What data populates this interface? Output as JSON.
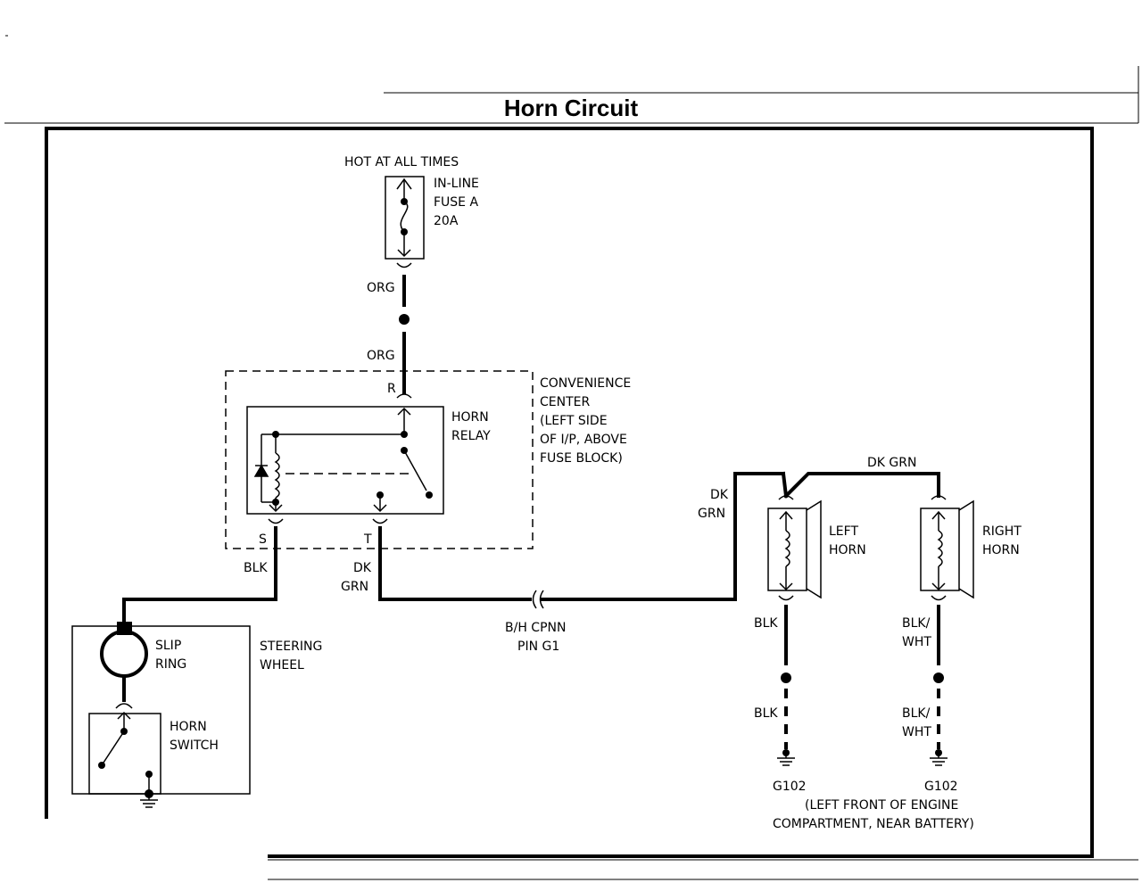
{
  "title": "Horn Circuit",
  "fuse": {
    "supply": "HOT AT ALL TIMES",
    "line1": "IN-LINE",
    "line2": "FUSE A",
    "line3": "20A"
  },
  "wires": {
    "org_upper": "ORG",
    "org_lower": "ORG",
    "blk_switch": "BLK",
    "dk_relay_1": "DK",
    "dk_relay_2": "GRN",
    "dk_horn_1": "DK",
    "dk_horn_2": "GRN",
    "dk_grn_top": "DK GRN",
    "blk_left": "BLK",
    "blk_left_lower": "BLK",
    "blkwht_right_1": "BLK/",
    "blkwht_right_2": "WHT",
    "blkwht_right_lower_1": "BLK/",
    "blkwht_right_lower_2": "WHT"
  },
  "convenience_center": {
    "line1": "CONVENIENCE",
    "line2": "CENTER",
    "line3": "(LEFT SIDE",
    "line4": "OF I/P, ABOVE",
    "line5": "FUSE BLOCK)"
  },
  "relay": {
    "line1": "HORN",
    "line2": "RELAY",
    "pin_r": "R",
    "pin_s": "S",
    "pin_t": "T"
  },
  "connector": {
    "line1": "B/H CPNN",
    "line2": "PIN G1"
  },
  "left_horn": {
    "line1": "LEFT",
    "line2": "HORN"
  },
  "right_horn": {
    "line1": "RIGHT",
    "line2": "HORN"
  },
  "slip_ring": {
    "line1": "SLIP",
    "line2": "RING"
  },
  "steering_wheel": {
    "line1": "STEERING",
    "line2": "WHEEL"
  },
  "horn_switch": {
    "line1": "HORN",
    "line2": "SWITCH"
  },
  "ground": {
    "left_id": "G102",
    "right_id": "G102",
    "location1": "(LEFT FRONT OF ENGINE",
    "location2": "COMPARTMENT, NEAR BATTERY)"
  }
}
